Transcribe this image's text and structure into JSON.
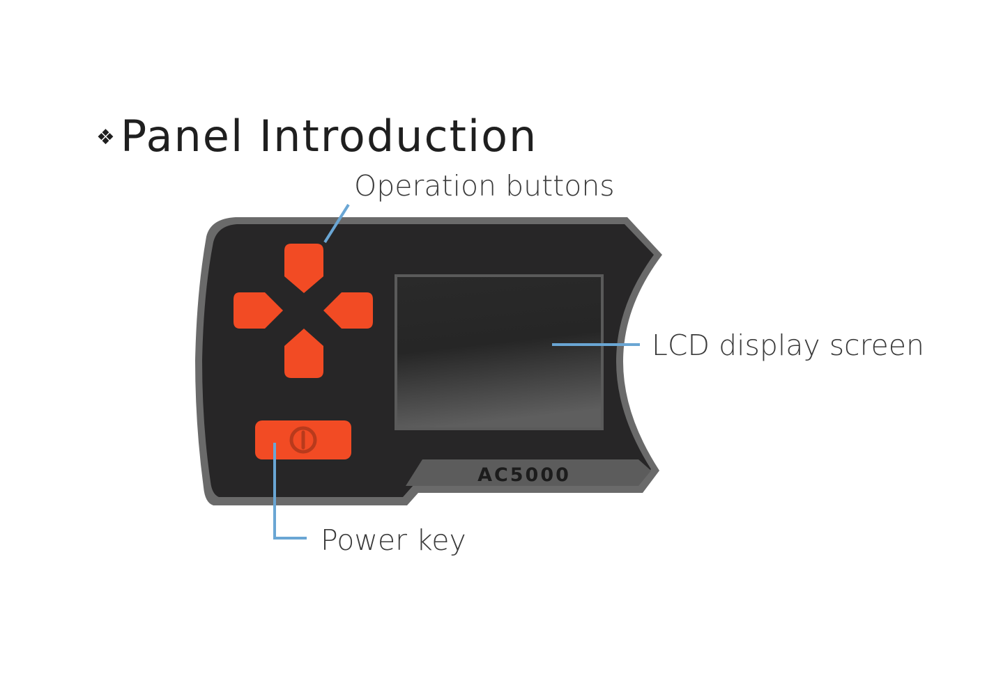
{
  "title": {
    "bullet": "❖",
    "text": "Panel Introduction"
  },
  "labels": {
    "operation_buttons": "Operation buttons",
    "lcd_display_screen": "LCD display screen",
    "power_key": "Power key"
  },
  "device": {
    "model": "AC5000",
    "body_color": "#272627",
    "rim_color": "#6a6a6a",
    "button_color": "#f24b24",
    "leader_color": "#6aa6d4"
  }
}
